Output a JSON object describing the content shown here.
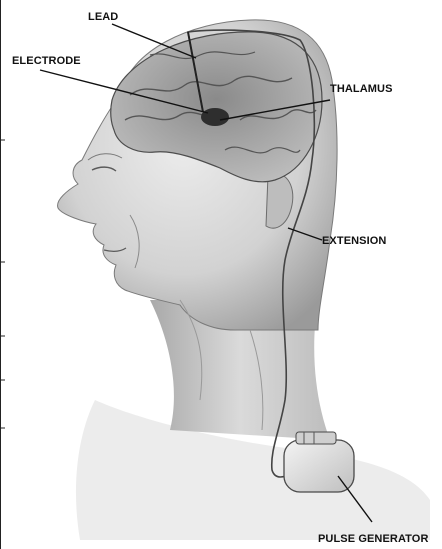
{
  "labels": {
    "lead": "LEAD",
    "electrode": "ELECTRODE",
    "thalamus": "THALAMUS",
    "extension": "EXTENSION",
    "pulse_generator": "PULSE GENERATOR"
  },
  "colors": {
    "ink": "#111111",
    "skin": "#d8d8d8",
    "brain": "#b3b3b3",
    "brain_dark": "#5a5a5a",
    "device": "#e6e6e6",
    "background": "#ffffff"
  }
}
